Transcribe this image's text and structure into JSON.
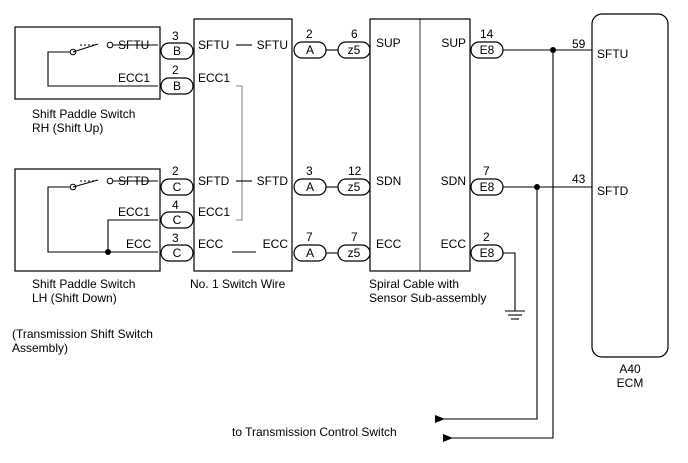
{
  "rh_switch": {
    "name_line1": "Shift Paddle Switch",
    "name_line2": "RH (Shift Up)",
    "pins": [
      "SFTU",
      "ECC1"
    ]
  },
  "lh_switch": {
    "name_line1": "Shift Paddle Switch",
    "name_line2": "LH (Shift Down)",
    "pins": [
      "SFTD",
      "ECC1",
      "ECC"
    ]
  },
  "assembly_note": {
    "line1": "(Transmission Shift Switch",
    "line2": "Assembly)"
  },
  "switch_wire": {
    "name": "No. 1 Switch Wire",
    "left_pins": [
      "SFTU",
      "ECC1",
      "SFTD",
      "ECC1",
      "ECC"
    ],
    "right_pins": [
      "SFTU",
      "SFTD",
      "ECC"
    ]
  },
  "spiral_cable": {
    "name_line1": "Spiral Cable with",
    "name_line2": "Sensor Sub-assembly",
    "left_pins": [
      "SUP",
      "SDN",
      "ECC"
    ],
    "right_pins": [
      "SUP",
      "SDN",
      "ECC"
    ]
  },
  "ecm": {
    "code": "A40",
    "name": "ECM",
    "pins": [
      "SFTU",
      "SFTD"
    ],
    "pin_numbers": [
      "59",
      "43"
    ]
  },
  "connectors": {
    "b_upper": {
      "letter": "B",
      "pin": "3"
    },
    "b_lower": {
      "letter": "B",
      "pin": "2"
    },
    "c_sftd": {
      "letter": "C",
      "pin": "2"
    },
    "c_ecc1": {
      "letter": "C",
      "pin": "4"
    },
    "c_ecc": {
      "letter": "C",
      "pin": "3"
    },
    "a_sftu": {
      "letter": "A",
      "pin": "2"
    },
    "a_sftd": {
      "letter": "A",
      "pin": "3"
    },
    "a_ecc": {
      "letter": "A",
      "pin": "7"
    },
    "z5_sup": {
      "letter": "z5",
      "pin": "6"
    },
    "z5_sdn": {
      "letter": "z5",
      "pin": "12"
    },
    "z5_ecc": {
      "letter": "z5",
      "pin": "7"
    },
    "e8_sup": {
      "letter": "E8",
      "pin": "14"
    },
    "e8_sdn": {
      "letter": "E8",
      "pin": "7"
    },
    "e8_ecc": {
      "letter": "E8",
      "pin": "2"
    }
  },
  "destination_label": "to Transmission Control Switch",
  "colors": {
    "line": "#000000",
    "shield_line": "#8a8a8a",
    "background": "#ffffff"
  }
}
